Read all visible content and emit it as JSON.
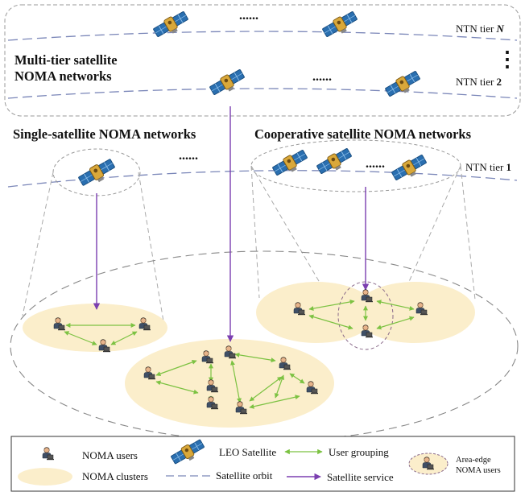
{
  "panels": {
    "multi_tier": {
      "line1": "Multi-tier satellite",
      "line2": "NOMA networks"
    },
    "single": "Single-satellite NOMA networks",
    "cooperative": "Cooperative satellite NOMA networks"
  },
  "tiers": {
    "tier_n": {
      "prefix": "NTN tier ",
      "suffix": "N"
    },
    "tier_2": {
      "prefix": "NTN tier ",
      "suffix": "2"
    },
    "tier_1": {
      "prefix": "NTN tier ",
      "suffix": "1"
    }
  },
  "ellipsis": "......",
  "vdots": "⋮",
  "legend": {
    "noma_users": "NOMA users",
    "leo_satellite": "LEO Satellite",
    "user_grouping": "User grouping",
    "area_edge_line1": "Area-edge",
    "area_edge_line2": "NOMA users",
    "noma_clusters": "NOMA clusters",
    "satellite_orbit": "Satellite orbit",
    "satellite_service": "Satellite service"
  },
  "colors": {
    "service_arrow": "#7b3fb0",
    "grouping_arrow": "#7cc242",
    "cluster_fill": "#fbeecb",
    "orbit": "#7a86b8",
    "satellite_panel": "#2a6fb0",
    "satellite_body": "#d9a83a"
  }
}
